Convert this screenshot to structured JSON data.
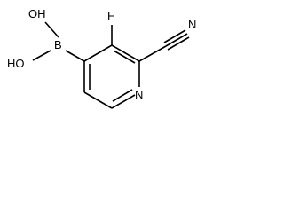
{
  "molecule": {
    "atoms": {
      "hydroxyl_top": "OH",
      "hydroxyl_left": "HO",
      "boron": "B",
      "fluorine": "F",
      "nitrogen_ring": "N",
      "nitrogen_nitrile": "N"
    }
  }
}
